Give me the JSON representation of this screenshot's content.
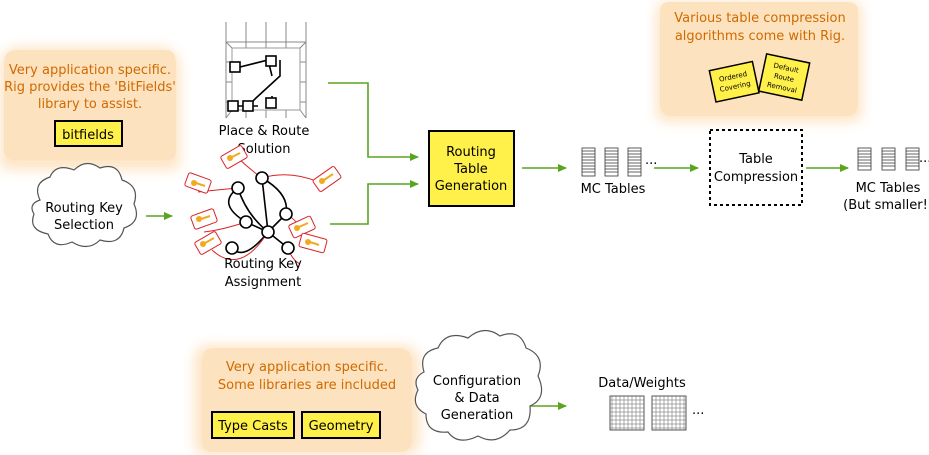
{
  "colors": {
    "arrow": "#5aa51e",
    "highlight": "#fff04a",
    "bubble": "#fde2bf",
    "bubble_text": "#cf6a00",
    "tag": "#d9242a",
    "key": "#f3a91e"
  },
  "callouts": {
    "bitfields": {
      "lines": [
        "Very application specific.",
        "Rig provides the 'BitFields'",
        "library to assist."
      ],
      "badge": "bitfields"
    },
    "compression": {
      "lines": [
        "Various table compression",
        "algorithms come with Rig."
      ],
      "badge_ordered": [
        "Ordered",
        "Covering"
      ],
      "badge_default": [
        "Default",
        "Route",
        "Removal"
      ]
    },
    "datagen": {
      "lines": [
        "Very application specific.",
        "Some libraries are included"
      ],
      "badge_casts": "Type Casts",
      "badge_geometry": "Geometry"
    }
  },
  "nodes": {
    "routing_key_selection": [
      "Routing Key",
      "Selection"
    ],
    "place_route": [
      "Place & Route",
      "Solution"
    ],
    "routing_key_assignment": [
      "Routing Key",
      "Assignment"
    ],
    "routing_table_generation": [
      "Routing",
      "Table",
      "Generation"
    ],
    "mc_tables": "MC Tables",
    "table_compression": [
      "Table",
      "Compression"
    ],
    "mc_tables_smaller": [
      "MC Tables",
      "(But smaller!)"
    ],
    "config_data_generation": [
      "Configuration",
      "& Data",
      "Generation"
    ],
    "data_weights": "Data/Weights",
    "ellipsis": "..."
  }
}
